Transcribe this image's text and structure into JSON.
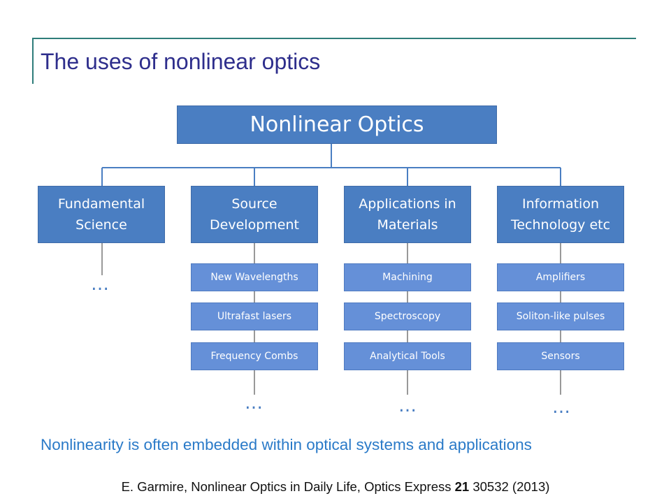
{
  "slide": {
    "title": "The uses of nonlinear optics",
    "root_label": "Nonlinear Optics",
    "categories": [
      {
        "label": "Fundamental\nScience",
        "items": [],
        "more": "…"
      },
      {
        "label": "Source\nDevelopment",
        "items": [
          "New Wavelengths",
          "Ultrafast lasers",
          "Frequency Combs"
        ],
        "more": "…"
      },
      {
        "label": "Applications in\nMaterials",
        "items": [
          "Machining",
          "Spectroscopy",
          "Analytical Tools"
        ],
        "more": "…"
      },
      {
        "label": "Information\nTechnology etc",
        "items": [
          "Amplifiers",
          "Soliton-like pulses",
          "Sensors"
        ],
        "more": "…"
      }
    ],
    "note": "Nonlinearity is often embedded within optical systems and applications",
    "citation": {
      "prefix": "E. Garmire, Nonlinear Optics in Daily Life, Optics Express",
      "volume": "21",
      "suffix": "30532 (2013)"
    }
  },
  "colors": {
    "accent_line": "#2e7d7a",
    "title": "#2e2e8c",
    "box_dark": "#4a7ec2",
    "box_light": "#6590d8",
    "note": "#2a7ac8"
  }
}
